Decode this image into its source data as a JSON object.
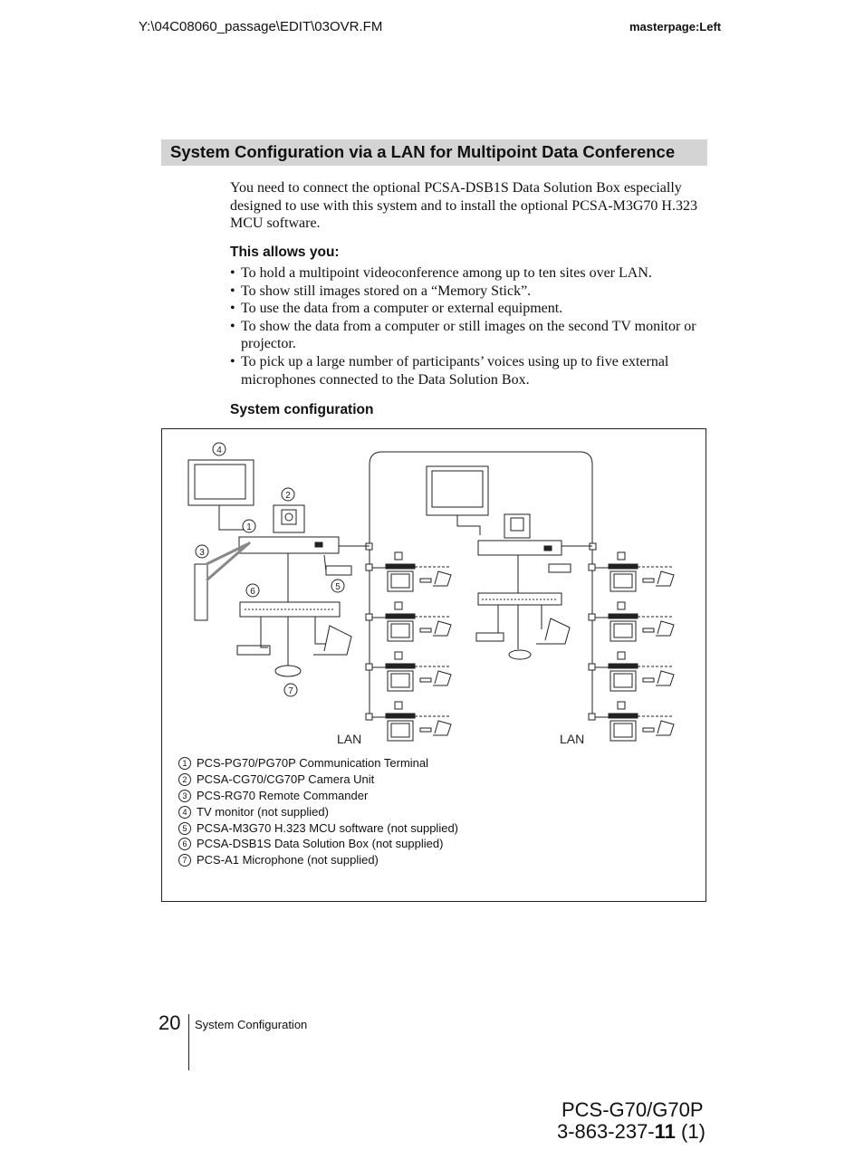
{
  "header": {
    "file_path": "Y:\\04C08060_passage\\EDIT\\03OVR.FM",
    "masterpage": "masterpage:Left"
  },
  "section": {
    "title": "System Configuration via a LAN for Multipoint Data Conference",
    "intro": "You need to connect the optional PCSA-DSB1S Data Solution Box especially designed to use with this system and to install the optional PCSA-M3G70 H.323 MCU software.",
    "allows_heading": "This allows you:",
    "bullets": [
      "To hold a multipoint videoconference among up to ten sites over LAN.",
      "To show still images stored on a “Memory Stick”.",
      "To use the data from a computer or external equipment.",
      "To show the data from a computer or still images on the second TV monitor or projector.",
      "To pick up a large number of participants’ voices using up to five external microphones connected to the Data Solution Box."
    ],
    "config_heading": "System configuration"
  },
  "diagram": {
    "lan_label_left": "LAN",
    "lan_label_right": "LAN",
    "callouts": [
      "1",
      "2",
      "3",
      "4",
      "5",
      "6",
      "7"
    ],
    "legend": [
      {
        "num": "1",
        "text": "PCS-PG70/PG70P Communication Terminal"
      },
      {
        "num": "2",
        "text": "PCSA-CG70/CG70P Camera Unit"
      },
      {
        "num": "3",
        "text": "PCS-RG70 Remote Commander"
      },
      {
        "num": "4",
        "text": "TV monitor (not supplied)"
      },
      {
        "num": "5",
        "text": "PCSA-M3G70 H.323 MCU software (not supplied)"
      },
      {
        "num": "6",
        "text": "PCSA-DSB1S Data Solution Box (not supplied)"
      },
      {
        "num": "7",
        "text": "PCS-A1 Microphone (not supplied)"
      }
    ]
  },
  "footer": {
    "page_number": "20",
    "section_name": "System Configuration",
    "model": "PCS-G70/G70P",
    "part_prefix": "3-863-237-",
    "part_bold": "11",
    "part_suffix": " (1)"
  }
}
